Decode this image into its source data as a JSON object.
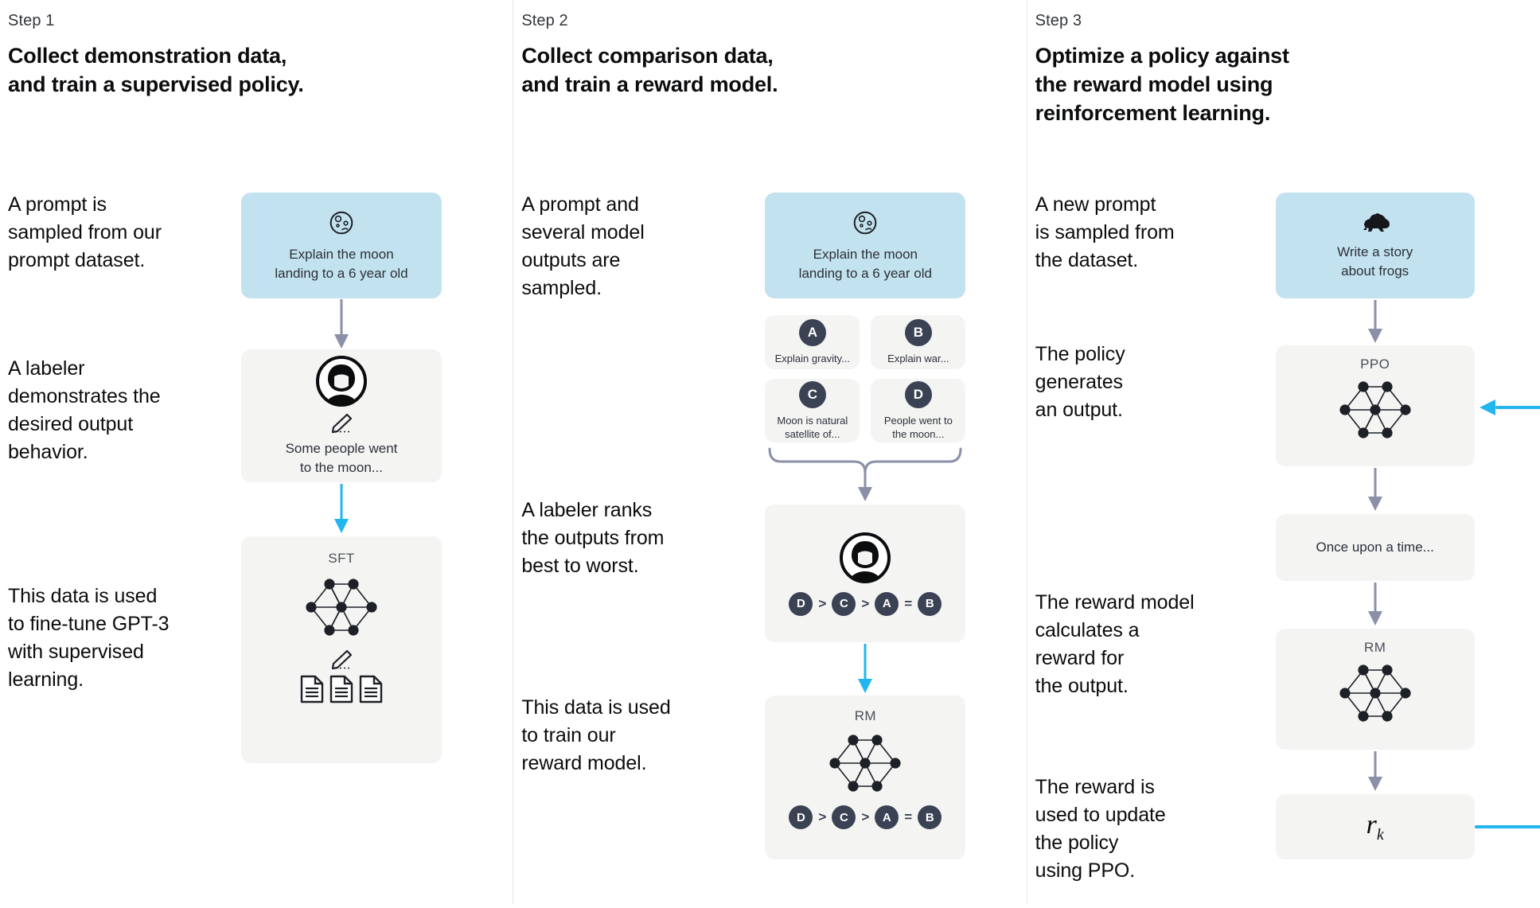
{
  "meta": {
    "title": "InstructGPT / RLHF three-step training diagram",
    "colors": {
      "prompt_card": "#c3e2ef",
      "model_card": "#f4f4f3",
      "flow_arrow": "#8b8fa8",
      "highlight_arrow": "#22b5f0",
      "badge": "#3b4254",
      "divider": "#e3e5e8",
      "text": "#0b0c0e"
    }
  },
  "steps": [
    {
      "kicker": "Step 1",
      "title": "Collect demonstration data,\nand train a supervised policy.",
      "captions": [
        "A prompt is\nsampled from our\nprompt dataset.",
        "A labeler\ndemonstrates the\ndesired output\nbehavior.",
        "This data is used\nto fine-tune GPT-3\nwith supervised\nlearning."
      ],
      "nodes": [
        {
          "kind": "prompt",
          "icon": "moon-icon",
          "text": "Explain the moon\nlanding to a 6 year old"
        },
        {
          "kind": "labeler",
          "icon": "person-icon",
          "sub_icon": "pencil-icon",
          "text": "Some people went\nto the moon..."
        },
        {
          "kind": "model",
          "label": "SFT",
          "icon": "neural-network-icon",
          "sub_icon": "pencil-icon",
          "extra_icon": "documents-icon"
        }
      ],
      "arrows": [
        "flow",
        "highlight"
      ]
    },
    {
      "kicker": "Step 2",
      "title": "Collect comparison data,\nand train a reward model.",
      "captions": [
        "A prompt and\nseveral model\noutputs are\nsampled.",
        "A labeler ranks\nthe outputs from\nbest to worst.",
        "This data is used\nto train our\nreward model."
      ],
      "nodes": [
        {
          "kind": "prompt",
          "icon": "moon-icon",
          "text": "Explain the moon\nlanding to a 6 year old"
        },
        {
          "kind": "labeler",
          "icon": "person-icon",
          "ranking": [
            "D",
            ">",
            "C",
            ">",
            "A",
            "=",
            "B"
          ]
        },
        {
          "kind": "model",
          "label": "RM",
          "icon": "neural-network-icon",
          "ranking": [
            "D",
            ">",
            "C",
            ">",
            "A",
            "=",
            "B"
          ]
        }
      ],
      "options": [
        {
          "badge": "A",
          "text": "Explain gravity..."
        },
        {
          "badge": "B",
          "text": "Explain war..."
        },
        {
          "badge": "C",
          "text": "Moon is natural\nsatellite of..."
        },
        {
          "badge": "D",
          "text": "People went to\nthe moon..."
        }
      ],
      "arrows": [
        "brace",
        "flow",
        "highlight"
      ]
    },
    {
      "kicker": "Step 3",
      "title": "Optimize a policy against\nthe reward model using\nreinforcement learning.",
      "captions": [
        "A new prompt\nis sampled from\nthe dataset.",
        "The policy\ngenerates\nan output.",
        "The reward model\ncalculates a\nreward for\nthe output.",
        "The reward is\nused to update\nthe policy\nusing PPO."
      ],
      "nodes": [
        {
          "kind": "prompt",
          "icon": "frog-icon",
          "text": "Write a story\nabout frogs"
        },
        {
          "kind": "model",
          "label": "PPO",
          "icon": "neural-network-icon"
        },
        {
          "kind": "output",
          "text": "Once upon a time..."
        },
        {
          "kind": "model",
          "label": "RM",
          "icon": "neural-network-icon"
        },
        {
          "kind": "reward",
          "symbol": "r",
          "subscript": "k"
        }
      ],
      "arrows": [
        "flow",
        "flow",
        "flow",
        "flow",
        "feedback-loop"
      ]
    }
  ]
}
